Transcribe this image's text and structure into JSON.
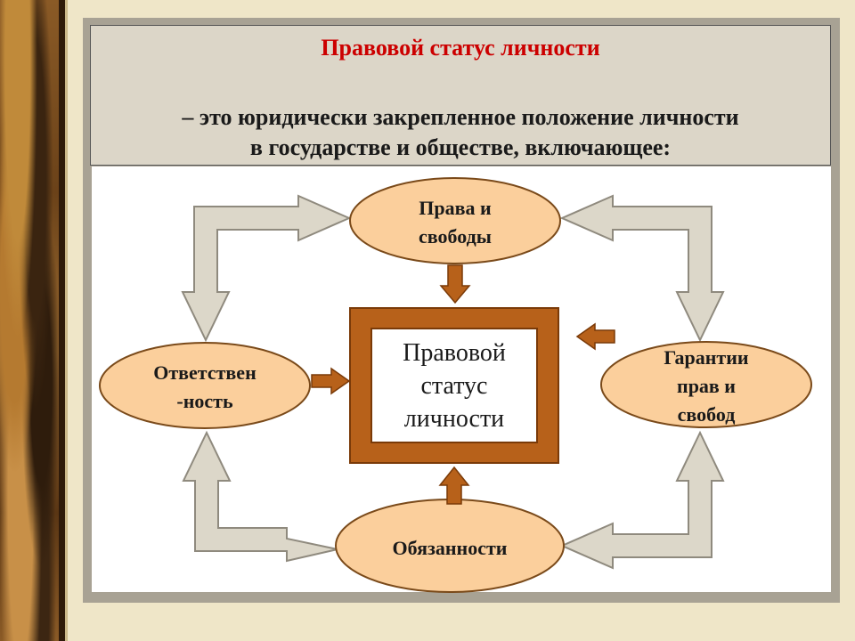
{
  "header": {
    "title": "Правовой статус личности",
    "definition_line1": "– это юридически закрепленное положение личности",
    "definition_line2": "в государстве и обществе, включающее:"
  },
  "center": {
    "line1": "Правовой",
    "line2": "статус",
    "line3": "личности"
  },
  "nodes": {
    "rights": {
      "line1": "Права и",
      "line2": "свободы"
    },
    "responsibility": {
      "line1": "Ответствен",
      "line2": "-ность"
    },
    "guarantees": {
      "line1": "Гарантии",
      "line2": "прав и",
      "line3": "свобод"
    },
    "duties": {
      "line1": "Обязанности"
    }
  },
  "colors": {
    "title_red": "#cc0000",
    "ellipse_fill": "#fbcf9c",
    "ellipse_stroke": "#7a4a1a",
    "brown": "#b7611a",
    "gray_arrow": "#dcd7c9",
    "gray_arrow_stroke": "#8f8a7e"
  }
}
